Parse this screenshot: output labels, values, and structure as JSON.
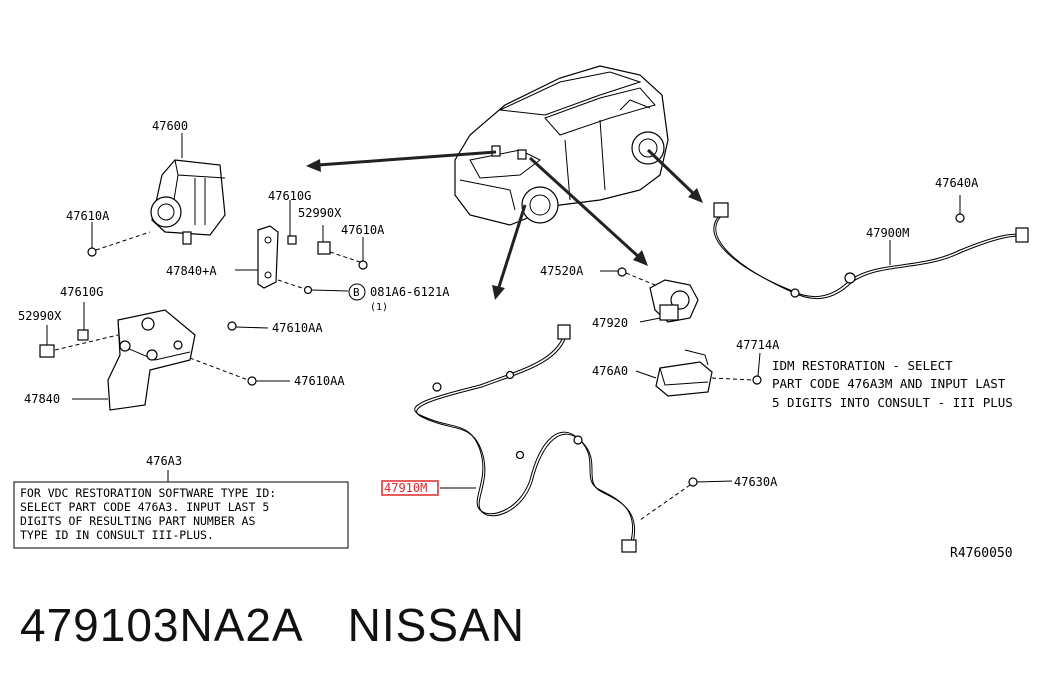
{
  "labels": {
    "p47600": "47600",
    "p47610A_left": "47610A",
    "p47610G_top": "47610G",
    "p52990X_top": "52990X",
    "p47610A_mid": "47610A",
    "p47840A": "47840+A",
    "bolt_code": "081A6-6121A",
    "bolt_circle": "B",
    "bolt_qty": "(1)",
    "p47610G_left": "47610G",
    "p52990X_left": "52990X",
    "p47610AA_1": "47610AA",
    "p47610AA_2": "47610AA",
    "p47840": "47840",
    "p47520A": "47520A",
    "p47920": "47920",
    "p47714A": "47714A",
    "p476A0": "476A0",
    "p47640A": "47640A",
    "p47900M": "47900M",
    "p47910M": "47910M",
    "p47630A": "47630A",
    "p476A3": "476A3",
    "ref_code": "R4760050"
  },
  "idm_note": [
    "IDM RESTORATION - SELECT",
    "PART CODE 476A3M AND INPUT LAST",
    "5 DIGITS INTO CONSULT - III PLUS"
  ],
  "vdc_note": [
    "FOR VDC RESTORATION SOFTWARE TYPE ID:",
    "SELECT PART CODE 476A3. INPUT LAST 5",
    "DIGITS OF RESULTING PART NUMBER AS",
    "TYPE ID IN CONSULT III-PLUS."
  ],
  "footer": {
    "part_number": "479103NA2A",
    "brand": "NISSAN"
  },
  "colors": {
    "highlight": "#e0282a"
  }
}
